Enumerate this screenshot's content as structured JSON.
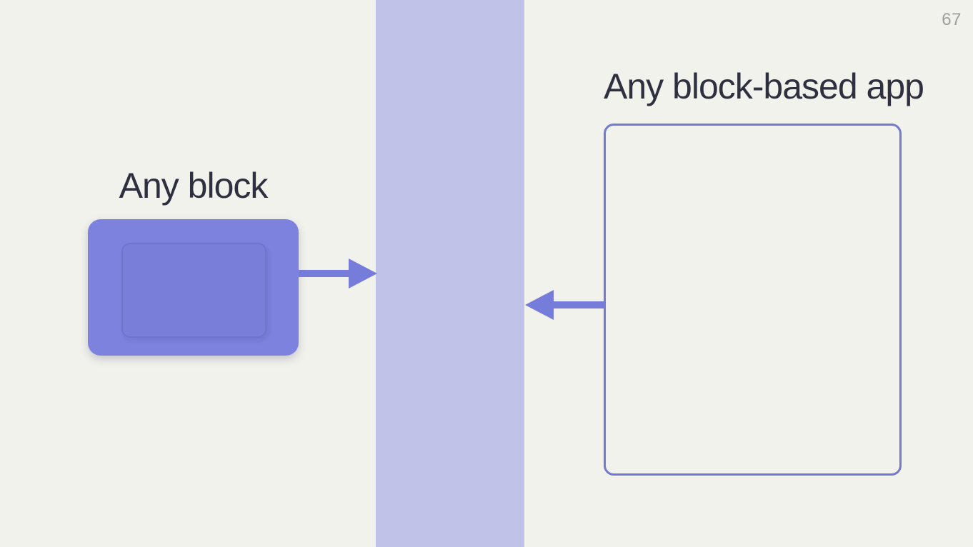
{
  "page": {
    "page_number": "67"
  },
  "left_group": {
    "title": "Any block"
  },
  "right_group": {
    "title": "Any block-based app"
  },
  "diagram": {
    "band_role": "central protocol band",
    "left_arrow_direction": "right",
    "right_arrow_direction": "left"
  },
  "colors": {
    "background": "#f2f2ec",
    "band": "#c0c2e8",
    "block_fill": "#7c82dd",
    "arrow": "#767cd9",
    "outline_border": "#7379cf",
    "title_text": "#2e3040",
    "page_number": "#9e9e9c"
  }
}
